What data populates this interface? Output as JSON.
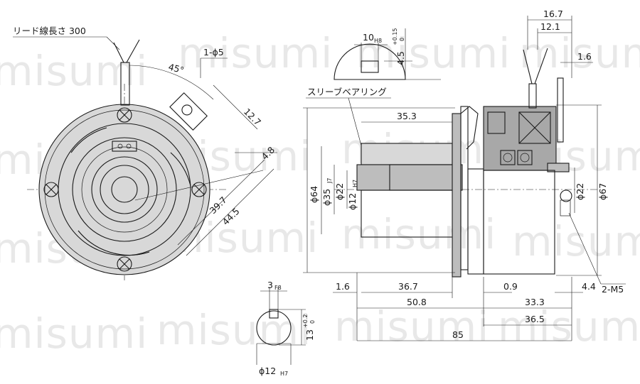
{
  "watermark": {
    "text": "misumi",
    "color": "#d6d6d6"
  },
  "labels": {
    "lead_wire": "リード線長さ 300",
    "hole": "1-ϕ5",
    "angle": "45°",
    "d12_7": "12.7",
    "d4_8": "4.8",
    "d39_7": "39.7",
    "d44_5": "44.5",
    "sleeve": "スリーブベアリング",
    "key10": "10",
    "key10_tol": "H8",
    "key45": "4.5",
    "key45_tol_up": "+0.15",
    "key45_tol_low": "0",
    "d16_7": "16.7",
    "d12_1": "12.1",
    "d1_6_top": "1.6",
    "d35_3": "35.3",
    "phi64": "ϕ64",
    "phi35": "ϕ35",
    "phi35_tol": "J7",
    "phi22_left": "ϕ22",
    "phi12": "ϕ12",
    "phi12_tol": "H7",
    "phi22_right": "ϕ22",
    "phi67": "ϕ67",
    "d1_6_bottom": "1.6",
    "d36_7": "36.7",
    "d0_9": "0.9",
    "d4_4": "4.4",
    "m5": "2-M5",
    "d50_8": "50.8",
    "d33_3": "33.3",
    "d36_5": "36.5",
    "d85": "85",
    "key3": "3",
    "key3_tol": "F8",
    "d13": "13",
    "d13_tol_up": "+0.2",
    "d13_tol_low": "0",
    "bore12": "ϕ12",
    "bore12_tol": "H7"
  }
}
